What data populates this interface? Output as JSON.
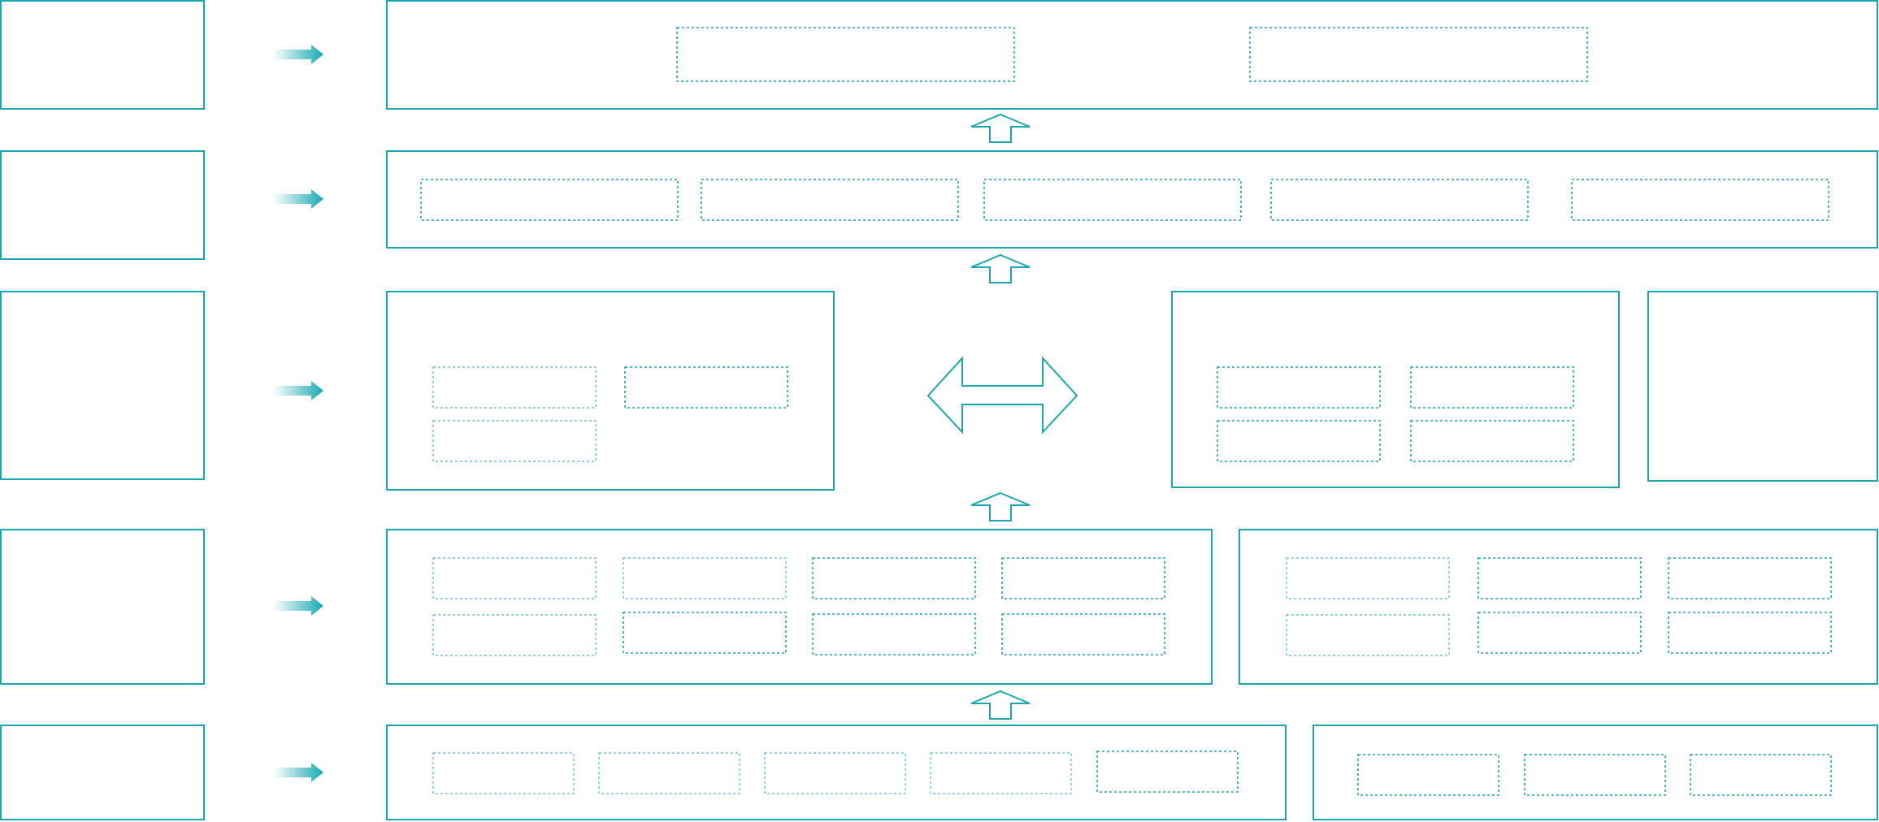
{
  "colors": {
    "line": "#1aa6ae",
    "arrow_head": "#17a9b2",
    "arrow_tail": "#ffffff",
    "background": "#ffffff"
  },
  "rows": [
    {
      "id": "layer-1",
      "label": "",
      "panels": [
        {
          "id": "layer-1-panel-main",
          "label": "",
          "slots": [
            "",
            ""
          ]
        }
      ]
    },
    {
      "id": "layer-2",
      "label": "",
      "panels": [
        {
          "id": "layer-2-panel-main",
          "label": "",
          "slots": [
            "",
            "",
            "",
            "",
            ""
          ]
        }
      ]
    },
    {
      "id": "layer-3",
      "label": "",
      "panels": [
        {
          "id": "layer-3-panel-left",
          "label": "",
          "slots": [
            "",
            "",
            ""
          ]
        },
        {
          "id": "layer-3-panel-right",
          "label": "",
          "slots": [
            "",
            "",
            "",
            ""
          ]
        },
        {
          "id": "layer-3-panel-side",
          "label": "",
          "slots": []
        }
      ]
    },
    {
      "id": "layer-4",
      "label": "",
      "panels": [
        {
          "id": "layer-4-panel-left",
          "label": "",
          "slots": [
            "",
            "",
            "",
            "",
            "",
            "",
            "",
            ""
          ]
        },
        {
          "id": "layer-4-panel-right",
          "label": "",
          "slots": [
            "",
            "",
            "",
            "",
            "",
            ""
          ]
        }
      ]
    },
    {
      "id": "layer-5",
      "label": "",
      "panels": [
        {
          "id": "layer-5-panel-left",
          "label": "",
          "slots": [
            "",
            "",
            "",
            "",
            ""
          ]
        },
        {
          "id": "layer-5-panel-right",
          "label": "",
          "slots": [
            "",
            "",
            ""
          ]
        }
      ]
    }
  ],
  "connectors": {
    "row_pointer": "right-arrow-icon",
    "layer_flow": "hollow-up-arrow-icon",
    "bidirectional": "hollow-double-arrow-icon"
  }
}
